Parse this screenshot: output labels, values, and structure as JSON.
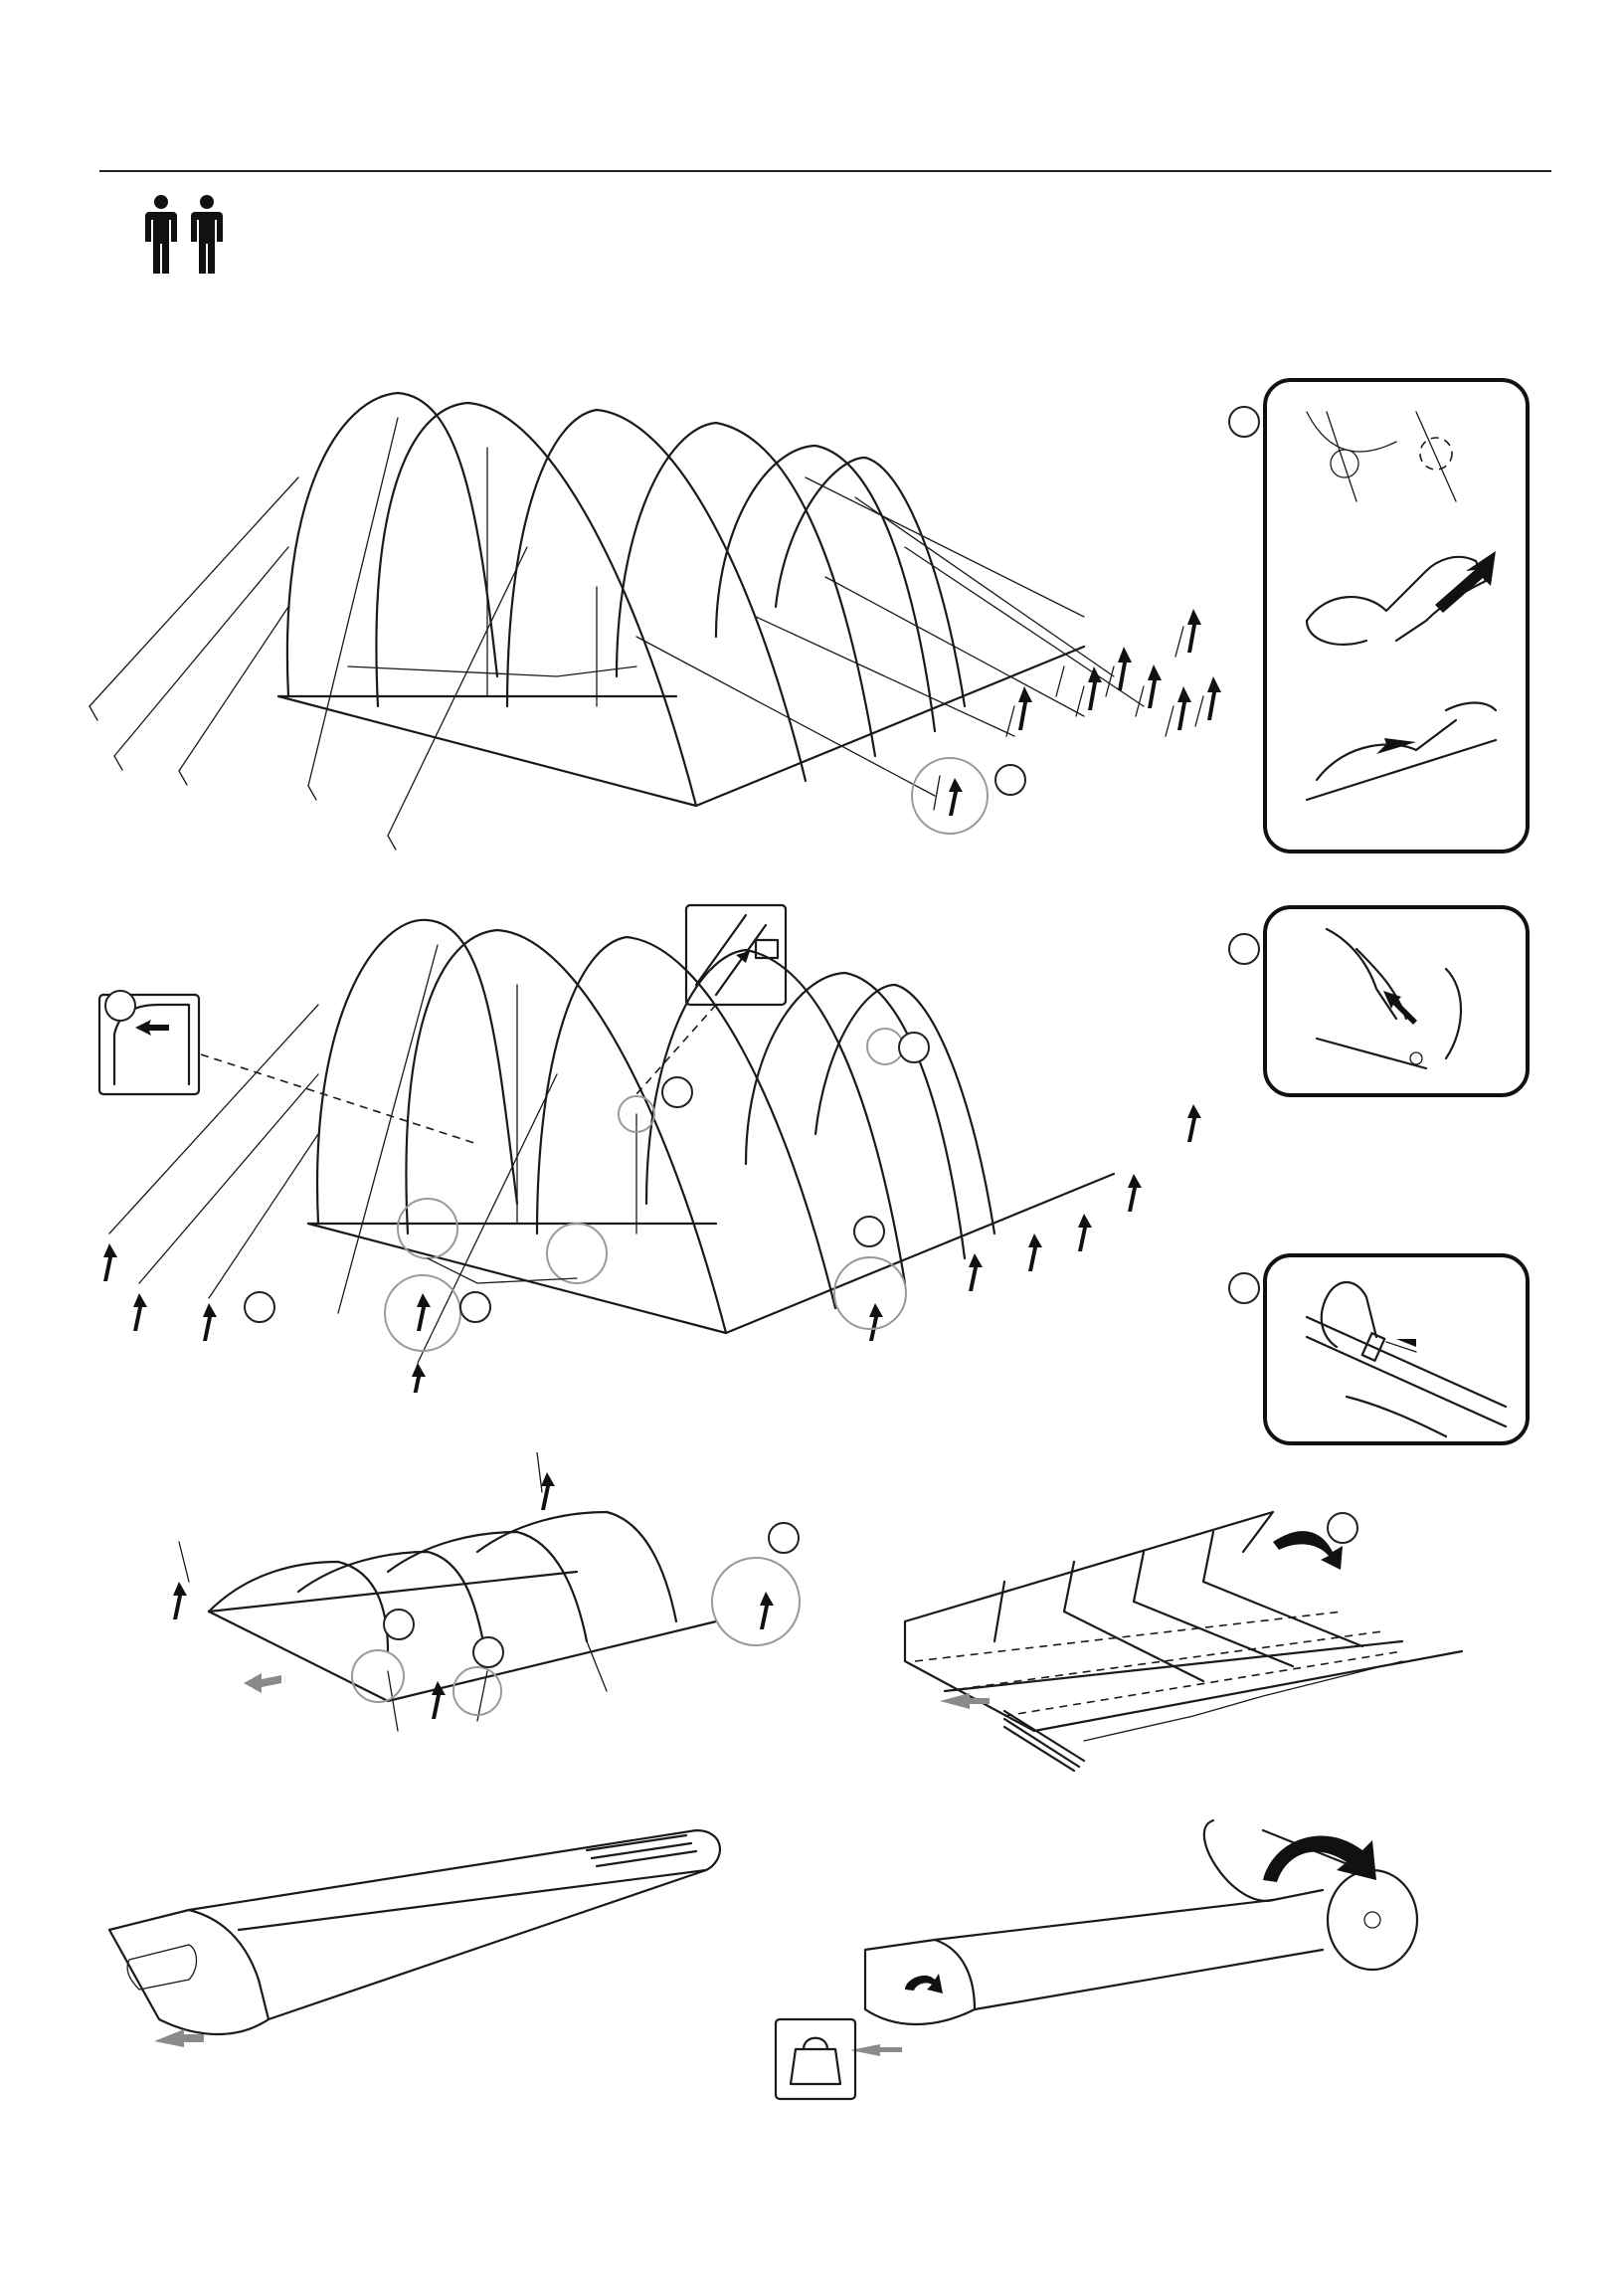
{
  "document": {
    "header": {
      "rule_color": "#222222",
      "crew_icon": "two-persons-icon"
    },
    "steps": [
      {
        "id": "pegging-out",
        "icon": "tent-pegs-icon"
      },
      {
        "id": "remove-pegs-and-poles",
        "icon": "peg-remover-icon"
      },
      {
        "id": "collapse-frame",
        "icon": "tent-frame-icon"
      },
      {
        "id": "fold-fabric",
        "icon": "fold-arrow-icon"
      },
      {
        "id": "pack-into-bag",
        "icon": "bag-icon"
      }
    ],
    "detail_panels": [
      {
        "id": "detail-peg-extraction",
        "icon": "hand-tool-icon"
      },
      {
        "id": "detail-pole-separation",
        "icon": "hand-pole-icon"
      },
      {
        "id": "detail-slide-sleeve",
        "icon": "hand-slide-icon"
      }
    ],
    "colors": {
      "ink": "#1a1a1a",
      "muted_arrow": "#8a8a8a",
      "highlight_circle": "#999999"
    }
  }
}
